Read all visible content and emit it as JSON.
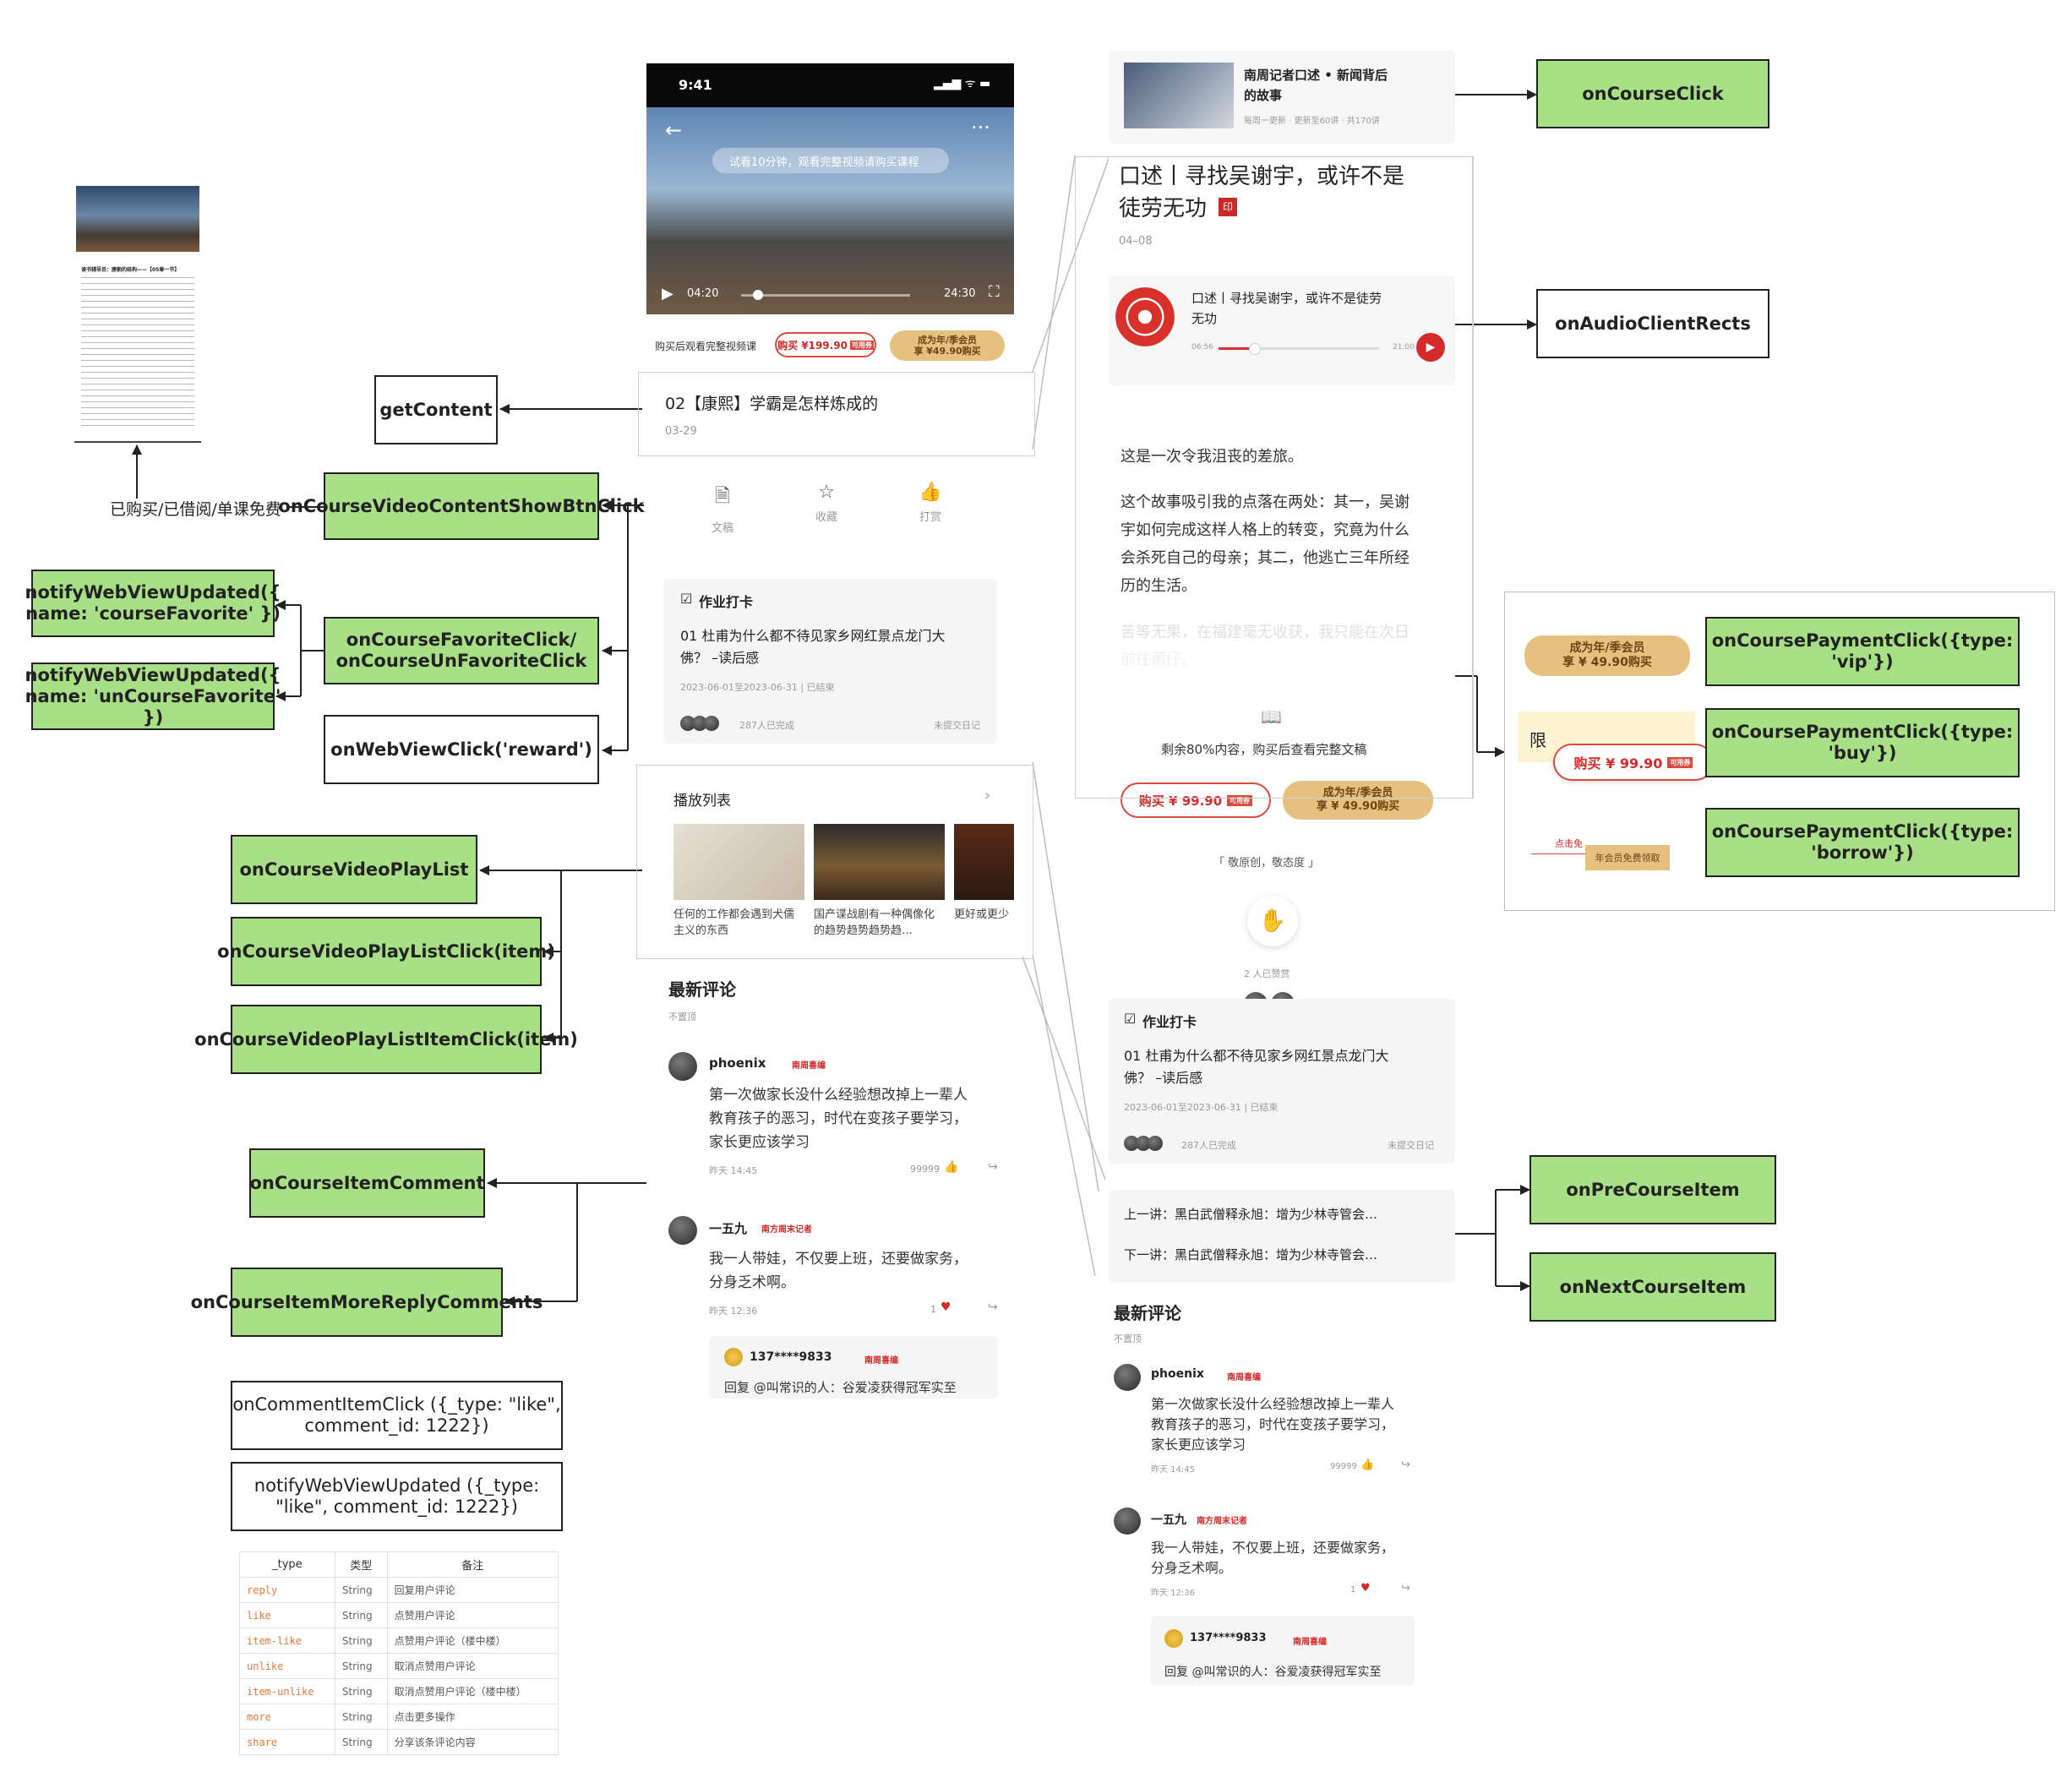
{
  "boxes": {
    "getContent": "getContent",
    "showBtn": "onCourseVideoContentShowBtnClick",
    "notifyFav": "notifyWebViewUpdated({ name: 'courseFavorite' })",
    "notifyUnfav": "notifyWebViewUpdated({ name: 'unCourseFavorite' })",
    "favorite": "onCourseFavoriteClick/ onCourseUnFavoriteClick",
    "reward": "onWebViewClick('reward')",
    "playList": "onCourseVideoPlayList",
    "playListClick": "onCourseVideoPlayListClick(item)",
    "playListItemClick": "onCourseVideoPlayListItemClick(item)",
    "itemComment": "onCourseItemComment",
    "moreReply": "onCourseItemMoreReplyComments",
    "commentClick": "onCommentItemClick ({_type: \"like\", comment_id: 1222})",
    "notifyLike": "notifyWebViewUpdated ({_type: \"like\", comment_id: 1222})",
    "courseClick": "onCourseClick",
    "audioRects": "onAudioClientRects",
    "payVip": "onCoursePaymentClick({type: 'vip'})",
    "payBuy": "onCoursePaymentClick({type: 'buy'})",
    "payBorrow": "onCoursePaymentClick({type: 'borrow'})",
    "preItem": "onPreCourseItem",
    "nextItem": "onNextCourseItem"
  },
  "branch_label": "已购买/已借阅/单课免费",
  "thumb": {
    "title": "读书辅导员：唐朝的结构——【05章一节】"
  },
  "phone": {
    "time": "9:41",
    "video_trial": "试看10分钟，观看完整视频请购买课程",
    "video_elapsed": "04:20",
    "video_total": "24:30",
    "buy_hint": "购买后观看完整视频课",
    "buy_price": "购买 ¥199.90",
    "coupon": "可用券",
    "member_line1": "成为年/季会员",
    "member_line2": "享 ¥49.90购买",
    "lesson_title": "02【康熙】学霸是怎样炼成的",
    "lesson_date": "03-29",
    "actions": [
      {
        "label": "文稿",
        "icon": "document-icon"
      },
      {
        "label": "收藏",
        "icon": "star-icon"
      },
      {
        "label": "打赏",
        "icon": "thumb-icon"
      }
    ],
    "homework_title": "作业打卡",
    "homework_q1": "01  杜甫为什么都不待见家乡网红景点龙门大",
    "homework_q2": "佛？ –读后感",
    "homework_date": "2023-06-01至2023-06-31 | 已结束",
    "homework_count": "287人已完成",
    "homework_status": "未提交日记",
    "playlist_title": "播放列表",
    "playlist": [
      "任何的工作都会遇到犬儒主义的东西",
      "国产谍战剧有一种偶像化的趋势趋势趋势趋…",
      "更好或更少"
    ],
    "comments_title": "最新评论",
    "pinned": "不置顶",
    "comment1_user": "phoenix",
    "comment1_badge": "南周喜编",
    "comment1_text": [
      "第一次做家长没什么经验想改掉上一辈人",
      "教育孩子的恶习，时代在变孩子要学习，",
      "家长更应该学习"
    ],
    "comment1_time": "昨天 14:45",
    "comment1_likes": "99999",
    "comment2_user": "一五九",
    "comment2_badge": "南方周末记者",
    "comment2_text": [
      "我一人带娃，不仅要上班，还要做家务，",
      "分身乏术啊。"
    ],
    "comment2_time": "昨天 12:36",
    "comment2_likes": "1",
    "reply_user": "137****9833",
    "reply_badge": "南周喜编",
    "reply_text": "回复 @叫常识的人：谷爱凌获得冠军实至"
  },
  "article": {
    "course_title": "南周记者口述 • 新闻背后的故事",
    "course_meta": "每周一更新 · 更新至60讲 · 共170讲",
    "title_line1": "口述丨寻找吴谢宇，或许不是",
    "title_line2": "徒劳无功",
    "date": "04–08",
    "audio_title1": "口述丨寻找吴谢宇，或许不是徒劳",
    "audio_title2": "无功",
    "audio_start": "06:56",
    "audio_end": "21:00",
    "para1": "这是一次令我沮丧的差旅。",
    "para2": [
      "这个故事吸引我的点落在两处：其一，吴谢",
      "宇如何完成这样人格上的转变，究竟为什么",
      "会杀死自己的母亲；其二，他逃亡三年所经",
      "历的生活。"
    ],
    "para_fade": [
      "苦等无果，在福建毫无收获，我只能在次日",
      "前往莆仔。"
    ],
    "remaining": "剩余80%内容，购买后查看完整文稿",
    "buy_price": "购买 ¥ 99.90",
    "coupon": "可用券",
    "member_line1": "成为年/季会员",
    "member_line2": "享 ¥ 49.90购买",
    "motto": "「 敬原创，敬态度 」",
    "liked": "2 人已赞赏",
    "homework_title": "作业打卡",
    "homework_q1": "01  杜甫为什么都不待见家乡网红景点龙门大",
    "homework_q2": "佛？ –读后感",
    "homework_date": "2023-06-01至2023-06-31 | 已结束",
    "homework_count": "287人已完成",
    "homework_status": "未提交日记",
    "prev": "上一讲：黑白武僧释永旭：增为少林寺管会…",
    "next": "下一讲：黑白武僧释永旭：增为少林寺管会…",
    "comments_title": "最新评论",
    "pinned": "不置顶",
    "comment1_user": "phoenix",
    "comment1_badge": "南周喜编",
    "comment1_text": [
      "第一次做家长没什么经验想改掉上一辈人",
      "教育孩子的恶习，时代在变孩子要学习，",
      "家长更应该学习"
    ],
    "comment1_time": "昨天 14:45",
    "comment1_likes": "99999",
    "comment2_user": "一五九",
    "comment2_badge": "南方周末记者",
    "comment2_text": [
      "我一人带娃，不仅要上班，还要做家务，",
      "分身乏术啊。"
    ],
    "comment2_time": "昨天 12:36",
    "comment2_likes": "1",
    "reply_user": "137****9833",
    "reply_badge": "南周喜编",
    "reply_text": "回复 @叫常识的人：谷爱凌获得冠军实至"
  },
  "payment_panel": {
    "member_line1": "成为年/季会员",
    "member_line2": "享 ¥ 49.90购买",
    "limit": "限",
    "buy_price": "购买 ¥ 99.90",
    "coupon": "可用券",
    "borrow_hint": "点击免",
    "borrow_btn": "年会员免费领取"
  },
  "type_table": {
    "headers": [
      "_type",
      "类型",
      "备注"
    ],
    "rows": [
      [
        "reply",
        "String",
        "回复用户评论"
      ],
      [
        "like",
        "String",
        "点赞用户评论"
      ],
      [
        "item-like",
        "String",
        "点赞用户评论（楼中楼）"
      ],
      [
        "unlike",
        "String",
        "取消点赞用户评论"
      ],
      [
        "item-unlike",
        "String",
        "取消点赞用户评论（楼中楼）"
      ],
      [
        "more",
        "String",
        "点击更多操作"
      ],
      [
        "share",
        "String",
        "分享该条评论内容"
      ]
    ]
  }
}
